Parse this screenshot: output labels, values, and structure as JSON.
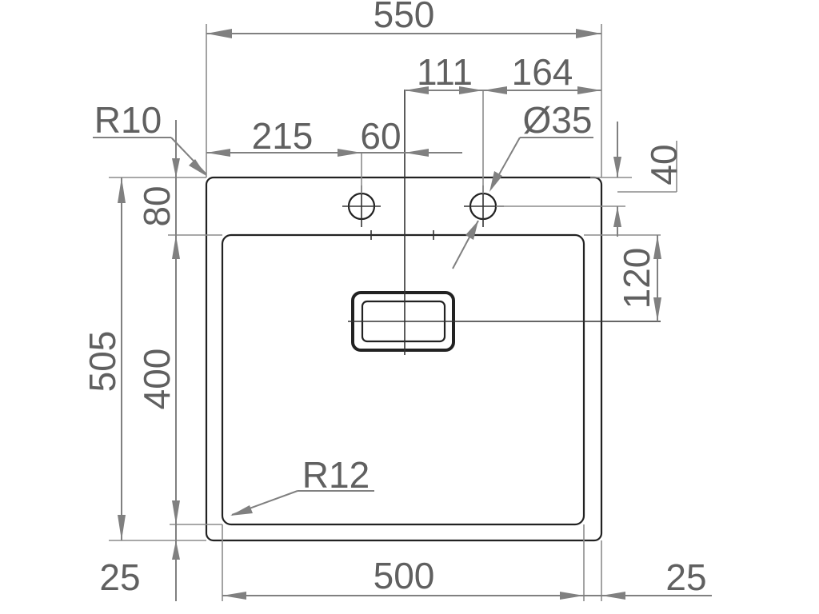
{
  "colors": {
    "outline": "#222222",
    "dimension": "#808080",
    "text": "#606060"
  },
  "dimensions": {
    "overall_width": "550",
    "tap_hole_to_drain": "111",
    "tap_hole_to_right": "164",
    "corner_radius_outer": "R10",
    "left_to_tap_hole": "215",
    "tap_hole_spacing": "60",
    "tap_hole_diameter": "Ø35",
    "tap_hole_from_top": "40",
    "deck_depth": "80",
    "drain_from_bowl_top": "120",
    "overall_depth": "505",
    "bowl_depth": "400",
    "corner_radius_bowl": "R12",
    "left_margin": "25",
    "bowl_width": "500",
    "right_margin": "25"
  }
}
